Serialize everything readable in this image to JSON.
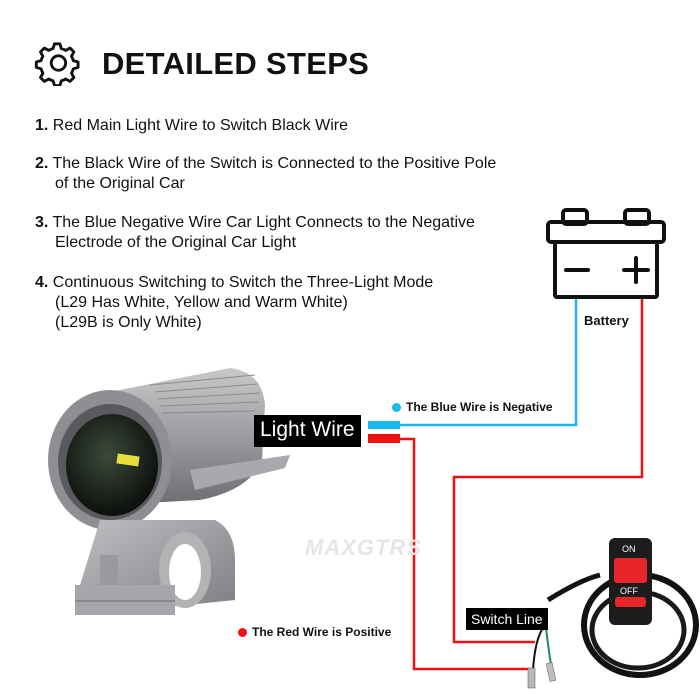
{
  "header": {
    "icon": "gear-icon",
    "title": "DETAILED STEPS"
  },
  "steps": [
    {
      "num": "1.",
      "lines": [
        "Red Main Light Wire to Switch Black Wire"
      ]
    },
    {
      "num": "2.",
      "lines": [
        "The Black Wire of the Switch is Connected to the Positive Pole",
        "of the Original Car"
      ]
    },
    {
      "num": "3.",
      "lines": [
        "The Blue Negative Wire Car Light Connects to the Negative",
        "Electrode of the Original Car Light"
      ]
    },
    {
      "num": "4.",
      "lines": [
        "Continuous Switching to Switch the Three-Light Mode",
        "(L29 Has White, Yellow and Warm White)",
        "(L29B is Only White)"
      ]
    }
  ],
  "battery": {
    "icon": "battery-icon",
    "label": "Battery",
    "negative_symbol": "−",
    "positive_symbol": "+"
  },
  "labels": {
    "light_wire": "Light Wire",
    "switch_line": "Switch Line",
    "blue_note": "The Blue Wire is Negative",
    "red_note": "The Red Wire is Positive",
    "watermark": "MAXGTRS",
    "switch_on": "ON",
    "switch_off": "OFF"
  },
  "colors": {
    "blue_wire": "#1ab8f0",
    "red_wire": "#ee1111",
    "tag_bg": "#000000",
    "switch_button": "#e8262a"
  }
}
